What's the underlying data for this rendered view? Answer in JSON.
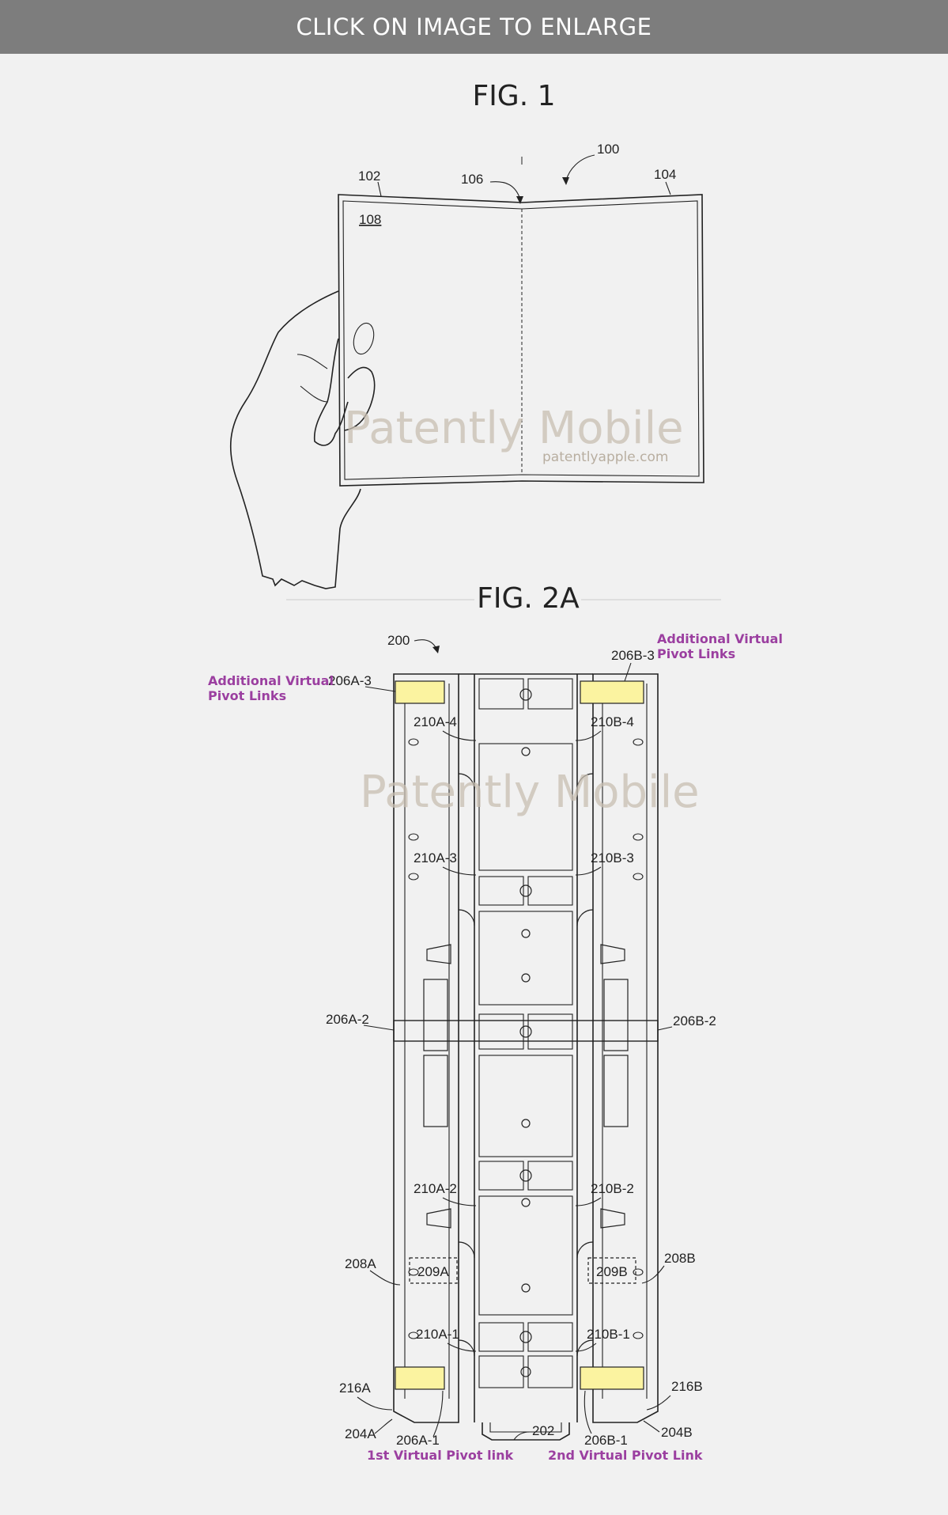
{
  "banner": {
    "label": "CLICK ON IMAGE TO ENLARGE"
  },
  "fig1": {
    "title": "FIG. 1",
    "refs": {
      "device": "100",
      "left_panel": "102",
      "right_panel": "104",
      "hinge": "106",
      "display": "108"
    },
    "watermark": {
      "brand": "Patently Mobile",
      "site": "patentlyapple.com"
    }
  },
  "fig2a": {
    "title": "FIG. 2A",
    "refs": {
      "assembly": "200",
      "base": "202",
      "left_frame": "204A",
      "right_frame": "204B",
      "link_206a3": "206A-3",
      "link_206b3": "206B-3",
      "link_206a2": "206A-2",
      "link_206b2": "206B-2",
      "link_206a1": "206A-1",
      "link_206b1": "206B-1",
      "plate_208a": "208A",
      "plate_208b": "208B",
      "box_209a": "209A",
      "box_209b": "209B",
      "hinge_210a4": "210A-4",
      "hinge_210b4": "210B-4",
      "hinge_210a3": "210A-3",
      "hinge_210b3": "210B-3",
      "hinge_210a2": "210A-2",
      "hinge_210b2": "210B-2",
      "hinge_210a1": "210A-1",
      "hinge_210b1": "210B-1",
      "edge_216a": "216A",
      "edge_216b": "216B"
    },
    "annotations": {
      "additional_left_line1": "Additional Virtual",
      "additional_left_line2": "Pivot Links",
      "additional_right_line1": "Additional Virtual",
      "additional_right_line2": "Pivot Links",
      "first_link": "1st Virtual Pivot link",
      "second_link": "2nd Virtual Pivot Link"
    },
    "watermark": {
      "brand": "Patently Mobile"
    },
    "highlight_color": "#fbf3a0",
    "annotation_color": "#9b3fa0"
  }
}
